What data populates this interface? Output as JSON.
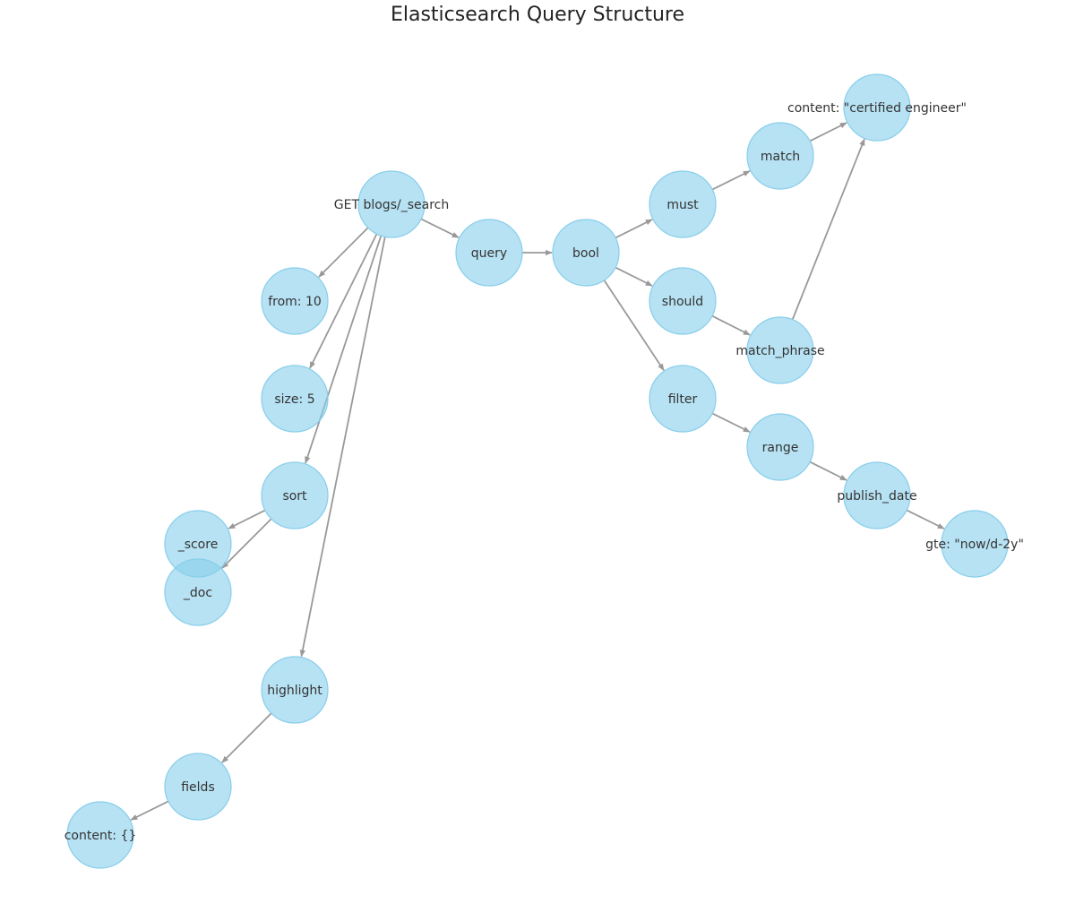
{
  "title": "Elasticsearch Query Structure",
  "colors": {
    "node": "#87CEEB",
    "edge": "#999999",
    "text": "#333333"
  },
  "nodes": [
    {
      "id": "root",
      "label": "GET blogs/_search"
    },
    {
      "id": "from",
      "label": "from: 10"
    },
    {
      "id": "size",
      "label": "size: 5"
    },
    {
      "id": "sort",
      "label": "sort"
    },
    {
      "id": "score",
      "label": "_score"
    },
    {
      "id": "doc",
      "label": "_doc"
    },
    {
      "id": "highlight",
      "label": "highlight"
    },
    {
      "id": "fields",
      "label": "fields"
    },
    {
      "id": "hl_content",
      "label": "content: {}"
    },
    {
      "id": "query",
      "label": "query"
    },
    {
      "id": "bool",
      "label": "bool"
    },
    {
      "id": "must",
      "label": "must"
    },
    {
      "id": "match",
      "label": "match"
    },
    {
      "id": "content_ce",
      "label": "content: \"certified engineer\""
    },
    {
      "id": "should",
      "label": "should"
    },
    {
      "id": "match_phrase",
      "label": "match_phrase"
    },
    {
      "id": "filter",
      "label": "filter"
    },
    {
      "id": "range",
      "label": "range"
    },
    {
      "id": "publish_date",
      "label": "publish_date"
    },
    {
      "id": "gte",
      "label": "gte: \"now/d-2y\""
    }
  ],
  "edges": [
    [
      "root",
      "query"
    ],
    [
      "root",
      "from"
    ],
    [
      "root",
      "size"
    ],
    [
      "root",
      "sort"
    ],
    [
      "root",
      "highlight"
    ],
    [
      "sort",
      "score"
    ],
    [
      "sort",
      "doc"
    ],
    [
      "highlight",
      "fields"
    ],
    [
      "fields",
      "hl_content"
    ],
    [
      "query",
      "bool"
    ],
    [
      "bool",
      "must"
    ],
    [
      "bool",
      "should"
    ],
    [
      "bool",
      "filter"
    ],
    [
      "must",
      "match"
    ],
    [
      "match",
      "content_ce"
    ],
    [
      "should",
      "match_phrase"
    ],
    [
      "match_phrase",
      "content_ce"
    ],
    [
      "filter",
      "range"
    ],
    [
      "range",
      "publish_date"
    ],
    [
      "publish_date",
      "gte"
    ]
  ]
}
